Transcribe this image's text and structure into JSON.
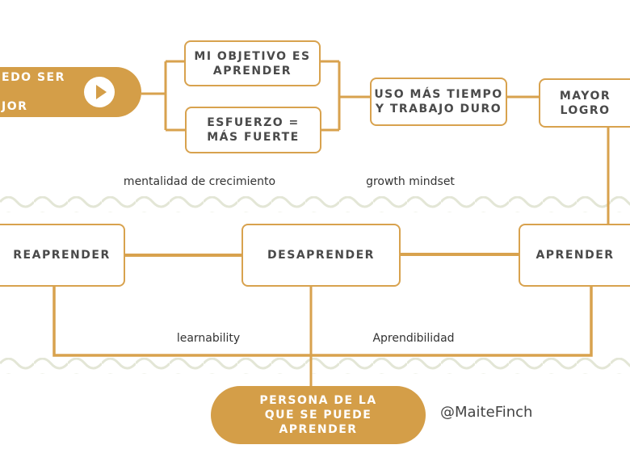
{
  "start_pill": {
    "line1": "EDO SER",
    "line2": "JOR"
  },
  "nodes": {
    "objective": "MI OBJETIVO ES\nAPRENDER",
    "effort": "ESFUERZO =\nMÁS FUERTE",
    "more_time": "USO MÁS TIEMPO\nY TRABAJO DURO",
    "achievement": "MAYOR\nLOGRO",
    "relearn": "REAPRENDER",
    "unlearn": "DESAPRENDER",
    "learn": "APRENDER",
    "learnable_person": "PERSONA DE LA\nQUE SE PUEDE\nAPRENDER"
  },
  "labels": {
    "growth_es": "mentalidad de crecimiento",
    "growth_en": "growth mindset",
    "learnability": "learnability",
    "aprendibilidad": "Aprendibilidad"
  },
  "author": "@MaiteFinch",
  "colors": {
    "accent": "#D49E48",
    "wave": "#E3E6D6",
    "text": "#4a4a4a"
  }
}
